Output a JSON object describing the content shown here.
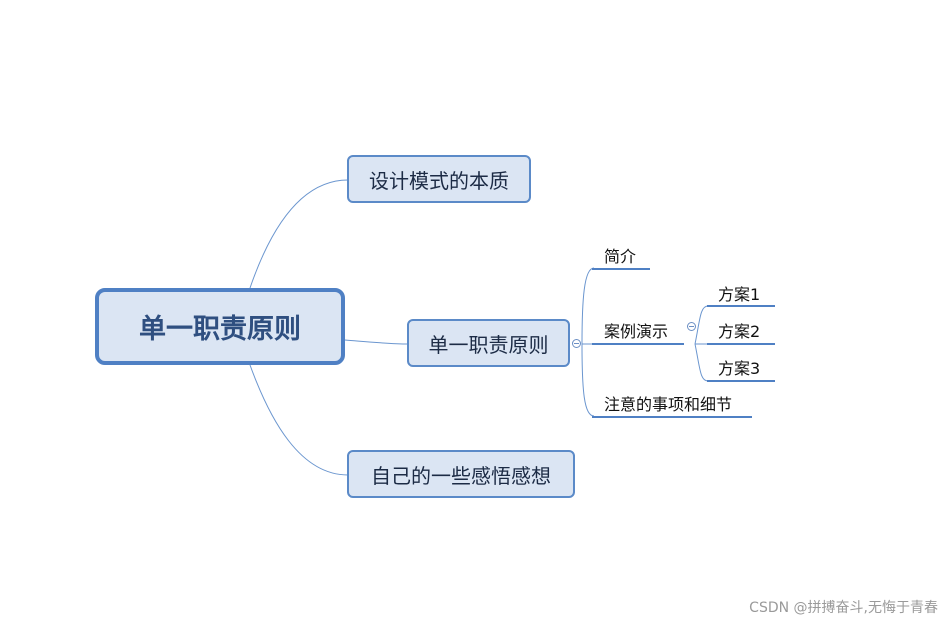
{
  "root": {
    "label": "单一职责原则"
  },
  "branches": [
    {
      "label": "设计模式的本质"
    },
    {
      "label": "单一职责原则"
    },
    {
      "label": "自己的一些感悟感想"
    }
  ],
  "subtopics": [
    {
      "label": "简介"
    },
    {
      "label": "案例演示"
    },
    {
      "label": "注意的事项和细节"
    }
  ],
  "cases": [
    {
      "label": "方案1"
    },
    {
      "label": "方案2"
    },
    {
      "label": "方案3"
    }
  ],
  "watermark": "CSDN @拼搏奋斗,无悔于青春",
  "colors": {
    "node_fill": "#dbe5f3",
    "node_border": "#5b8ac8",
    "line": "#4f80c4"
  }
}
